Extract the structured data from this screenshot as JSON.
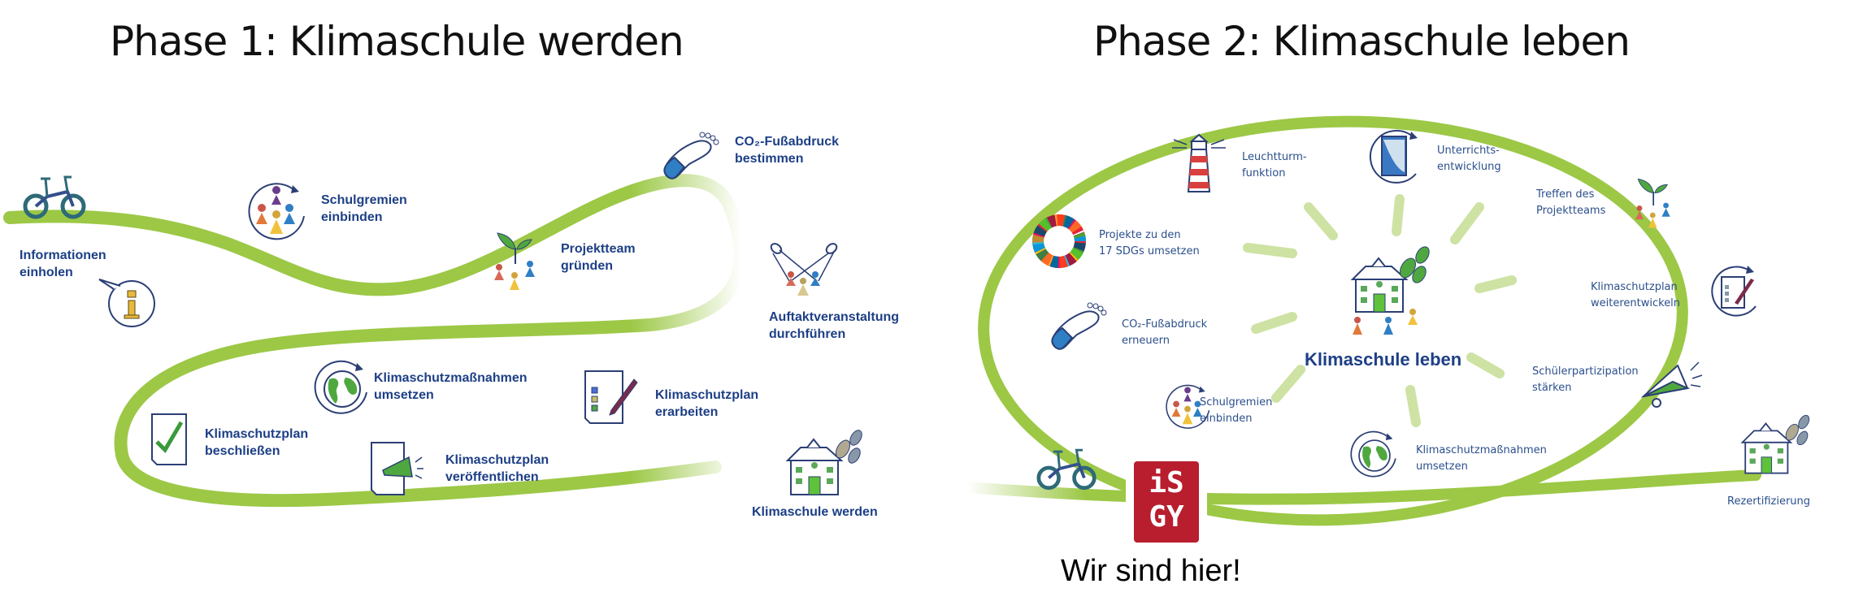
{
  "phase1": {
    "title": "Phase 1: Klimaschule werden",
    "steps": [
      {
        "label": "Informationen\neinholen",
        "icon": "info-bubble-icon"
      },
      {
        "label": "Schulgremien\neinbinden",
        "icon": "people-cycle-icon"
      },
      {
        "label": "Projektteam\ngründen",
        "icon": "team-plant-icon"
      },
      {
        "label": "CO₂-Fußabdruck\nbestimmen",
        "icon": "footprint-icon"
      },
      {
        "label": "Auftaktveranstaltung\ndurchführen",
        "icon": "spotlight-people-icon"
      },
      {
        "label": "Klimaschutzplan\nerarbeiten",
        "icon": "checklist-pencil-icon"
      },
      {
        "label": "Klimaschutzmaßnahmen\numsetzen",
        "icon": "globe-cycle-icon"
      },
      {
        "label": "Klimaschutzplan\nbeschließen",
        "icon": "document-check-icon"
      },
      {
        "label": "Klimaschutzplan\nveröffentlichen",
        "icon": "document-megaphone-icon"
      },
      {
        "label": "Klimaschule werden",
        "icon": "school-leaves-icon"
      }
    ],
    "start_icon": "balance-bike-icon"
  },
  "phase2": {
    "title": "Phase 2: Klimaschule leben",
    "center_label": "Klimaschule leben",
    "items": [
      {
        "label": "Leuchtturm-\nfunktion",
        "icon": "lighthouse-icon"
      },
      {
        "label": "Unterrichts-\nentwicklung",
        "icon": "book-cycle-icon"
      },
      {
        "label": "Treffen des\nProjektteams",
        "icon": "team-plant-icon"
      },
      {
        "label": "Projekte zu den\n17 SDGs umsetzen",
        "icon": "sdg-wheel-icon"
      },
      {
        "label": "Klimaschutzplan\nweiterentwickeln",
        "icon": "plan-cycle-icon"
      },
      {
        "label": "CO₂-Fußabdruck\nerneuern",
        "icon": "footprint-icon"
      },
      {
        "label": "Schülerpartizipation\nstärken",
        "icon": "megaphone-icon"
      },
      {
        "label": "Schulgremien\neinbinden",
        "icon": "people-cycle-icon"
      },
      {
        "label": "Klimaschutzmaßnahmen\numsetzen",
        "icon": "globe-cycle-icon"
      },
      {
        "label": "Rezertifizierung",
        "icon": "school-leaves-icon"
      }
    ]
  },
  "marker": {
    "logo_line1": "iS",
    "logo_line2": "GY",
    "caption": "Wir sind hier!"
  },
  "colors": {
    "path_green": "#9cc846",
    "text_blue": "#1d3f86",
    "logo_red": "#b81e2e"
  }
}
